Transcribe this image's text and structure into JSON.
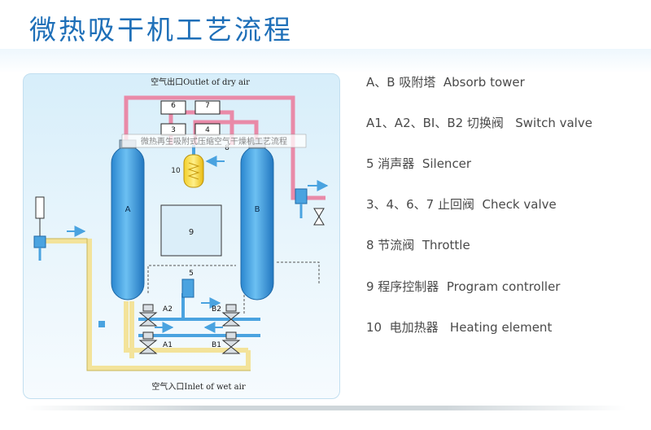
{
  "title": "微热吸干机工艺流程",
  "diagram": {
    "outlet_label": "空气出口Outlet of dry air",
    "inlet_label": "空气入口Inlet of wet air",
    "watermark": "微热再生吸附式压缩空气干燥机工艺流程",
    "tower_a": "A",
    "tower_b": "B",
    "controller": "9",
    "heater": "10",
    "silencer": "5",
    "valve_6": "6",
    "valve_7": "7",
    "valve_3": "3",
    "valve_4": "4",
    "throttle": "8",
    "valve_a2": "A2",
    "valve_b2": "B2",
    "valve_a1": "A1",
    "valve_b1": "B1"
  },
  "legend": [
    {
      "text": "A、B 吸附塔  Absorb tower"
    },
    {
      "text": "A1、A2、BI、B2 切换阀   Switch valve"
    },
    {
      "text": "5 消声器  Silencer"
    },
    {
      "text": "3、4、6、7 止回阀  Check valve"
    },
    {
      "text": "8 节流阀  Throttle"
    },
    {
      "text": "9 程序控制器  Program controller"
    },
    {
      "text": "10  电加热器   Heating element"
    }
  ],
  "colors": {
    "title": "#1e6fb8",
    "pipe_pink": "#e98aa8",
    "pipe_yellow": "#f3e39a",
    "pipe_blue": "#4aa3e0",
    "tower": "#3a9be0"
  }
}
